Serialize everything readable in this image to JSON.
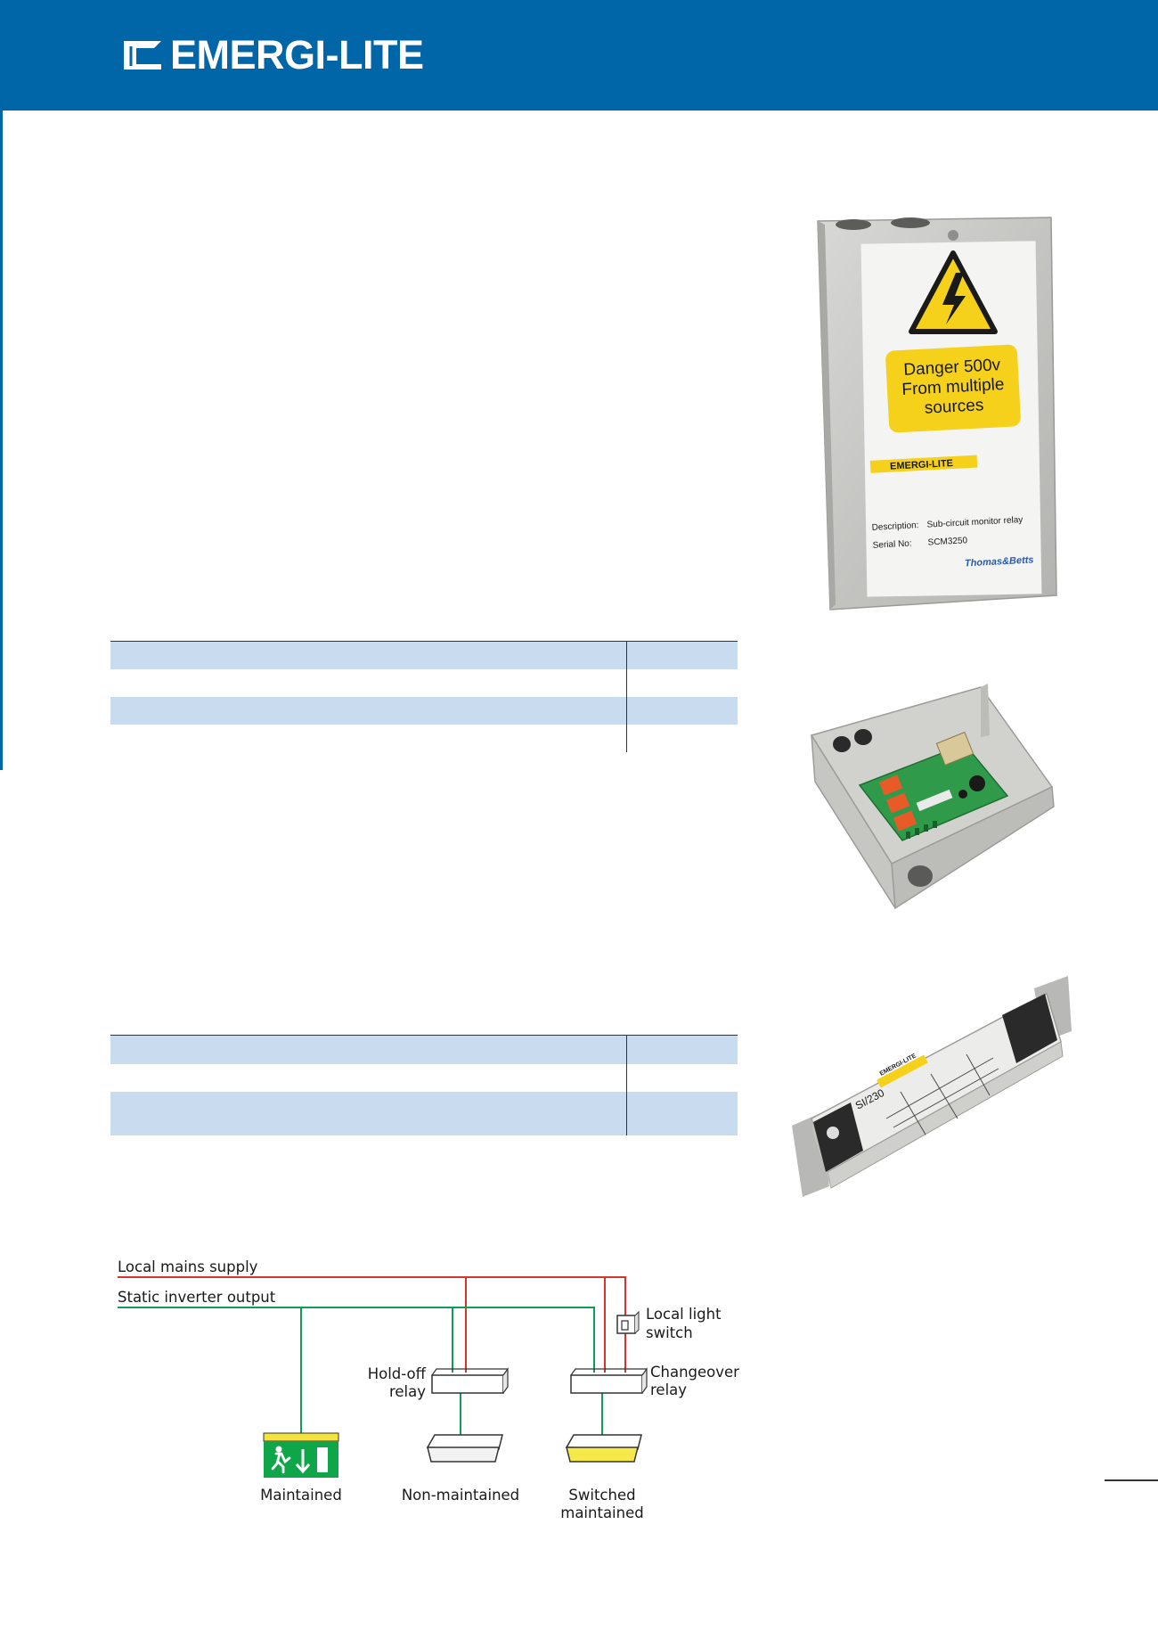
{
  "header": {
    "brand": "EMERGI-LITE",
    "color": "#0066a8"
  },
  "photos": {
    "enclosure": {
      "warning_line1": "Danger 500v",
      "warning_line2": "From multiple",
      "warning_line3": "sources",
      "label_brand": "EMERGI-LITE",
      "description_label": "Description:",
      "description_value": "Sub-circuit monitor relay",
      "serial_label": "Serial No:",
      "serial_value": "SCM3250",
      "maker": "Thomas&Betts"
    },
    "inverter": {
      "model": "SI/230",
      "brand": "EMERGI-LITE"
    }
  },
  "diagram": {
    "local_mains_supply": "Local mains supply",
    "static_inverter_output": "Static inverter output",
    "local_light_switch_line1": "Local light",
    "local_light_switch_line2": "switch",
    "hold_off_line1": "Hold-off",
    "hold_off_line2": "relay",
    "changeover_line1": "Changeover",
    "changeover_line2": "relay",
    "maintained": "Maintained",
    "non_maintained": "Non-maintained",
    "switched_line1": "Switched",
    "switched_line2": "maintained",
    "colors": {
      "mains": "#d9342b",
      "inverter": "#0f9d58",
      "exit_sign": "#0fa64a",
      "switched_lamp": "#f7e84a"
    }
  }
}
